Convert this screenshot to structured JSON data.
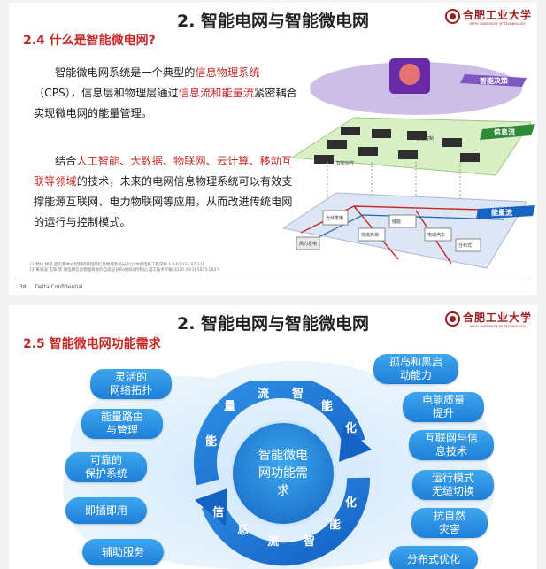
{
  "slide1": {
    "title": "2. 智能电网与智能微电网",
    "logo_cn": "合肥工业大学",
    "logo_en": "HEFEI UNIVERSITY OF TECHNOLOGY",
    "heading": "2.4 什么是智能微电网?",
    "para1": {
      "t1": "智能微电网系统是一个典型的",
      "h1": "信息物理系统",
      "t2": "（CPS），信息层和物理层通过",
      "h2": "信息流和能量流",
      "t3": "紧密耦合实现微电网的能量管理。"
    },
    "para2": {
      "t1": "结合",
      "h1": "人工智能、大数据、物联网、云计算、移动互联等领域",
      "t2": "的技术，未来的电网信息物理系统可以有效支撑能源互联网、电力物联网等应用，从而改进传统电网的运行与控制模式。"
    },
    "references": [
      "[1]杨达 杨平 面向集中式控制的微电网信息物理系统分析[J].中国电机工程学报 1-14[2022-07-11]",
      "[2]黄海波 王辉 等 微电网信息物理系统的自适应分布式协同控制[J].电工技术学报 2020 40(3) 5815-5827"
    ],
    "footer_page": "38",
    "footer_label": "Delta Confidential",
    "diagram": {
      "label_decision": "智能决策",
      "label_info": "信息流",
      "label_energy": "能量流",
      "box_monitor": "智能监控",
      "box_control": "智能控制",
      "box_pv": "光伏发电",
      "box_wind": "风力发电",
      "box_storage": "储能",
      "box_dc": "交流负荷",
      "box_ev": "电动汽车",
      "box_load": "分布式"
    }
  },
  "slide2": {
    "title": "2. 智能电网与智能微电网",
    "logo_cn": "合肥工业大学",
    "logo_en": "HEFEI UNIVERSITY OF TECHNOLOGY",
    "heading": "2.5 智能微电网功能需求",
    "core": "智能微电\n网功能需\n求",
    "ring_outer": [
      "量",
      "流",
      "智",
      "能",
      "化"
    ],
    "ring_left": "能",
    "ring_inner": [
      "信",
      "息",
      "流",
      "智",
      "能",
      "化"
    ],
    "left_items": [
      "灵活的\n网络拓扑",
      "能量路由\n与管理",
      "可靠的\n保护系统",
      "即插即用",
      "辅助服务"
    ],
    "right_items": [
      "孤岛和黑启\n动能力",
      "电能质量\n提升",
      "互联网与信\n息技术",
      "运行模式\n无缝切换",
      "抗自然\n灾害",
      "分布式优化"
    ]
  }
}
